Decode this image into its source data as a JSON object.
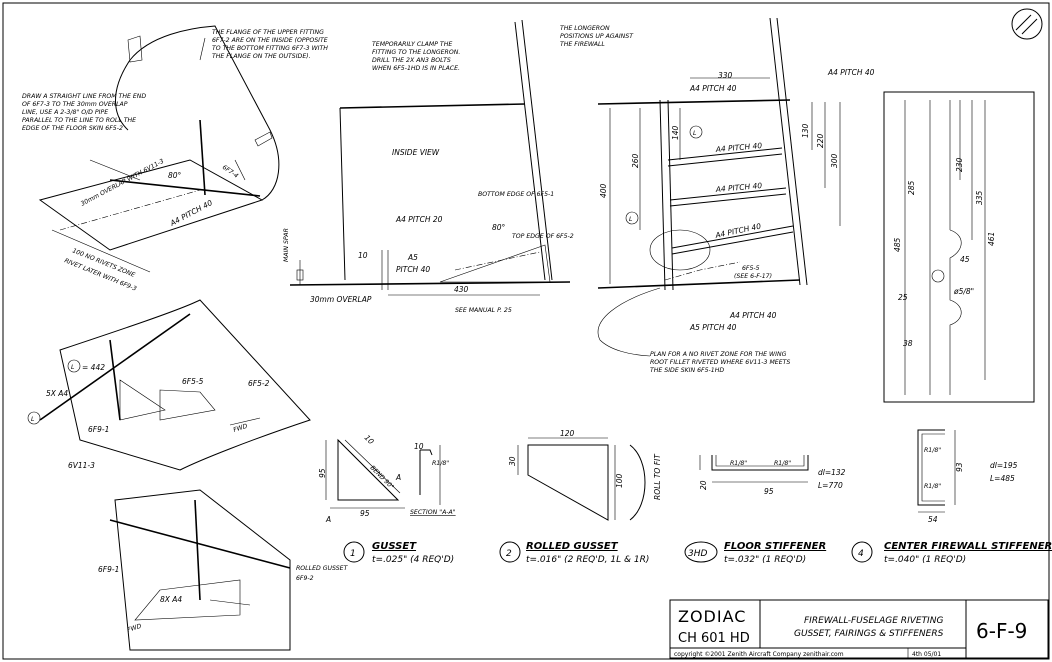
{
  "title_block": {
    "brand": "ZODIAC",
    "model": "CH 601 HD",
    "desc1": "FIREWALL-FUSELAGE RIVETING",
    "desc2": "GUSSET, FAIRINGS & STIFFENERS",
    "sheet": "6-F-9",
    "copyright": "copyright ©2001 Zenith Aircraft Company  zenithair.com",
    "rev": "4th 05/01"
  },
  "notes": {
    "flange": "THE FLANGE OF THE UPPER FITTING 6F7-2 ARE ON THE INSIDE (OPPOSITE TO THE BOTTOM FITTING 6F7-3 WITH THE FLANGE ON THE OUTSIDE).",
    "straight_line": "DRAW A STRAIGHT LINE FROM THE END OF 6F7-3 TO THE 30mm OVERLAP LINE, USE A 2-3/8\" O/D PIPE PARALLEL TO THE LINE TO ROLL THE EDGE OF THE FLOOR SKIN 6F5-2",
    "clamp": "TEMPORARILY CLAMP THE FITTING TO THE LONGERON. DRILL THE 2X AN3 BOLTS WHEN 6F5-1HD IS IN PLACE.",
    "longeron": "THE LONGERON POSITIONS UP AGAINST THE FIREWALL",
    "plan": "PLAN FOR A NO RIVET ZONE FOR THE WING ROOT FILLET RIVETED WHERE 6V11-3 MEETS THE SIDE SKIN 6F5-1HD",
    "inside_view": "INSIDE VIEW",
    "see_manual": "SEE MANUAL P. 25",
    "overlap": "30mm OVERLAP",
    "overlap_small": "30mm OVERLAP WITH 6V11-3",
    "rivet_zone": "100 NO RIVETS ZONE",
    "rivet_later": "RIVET LATER WITH 6F9-3",
    "main_spar": "MAIN SPAR",
    "bottom_edge": "BOTTOM EDGE OF 6F5-1",
    "top_edge": "TOP EDGE OF 6F5-2"
  },
  "labels": {
    "a4_pitch_40": "A4 PITCH 40",
    "a4_pitch_20": "A4 PITCH 20",
    "a5": "A5",
    "pitch_40": "PITCH 40",
    "a5_pitch_40": "A5 PITCH 40",
    "deg80": "80°",
    "part_6f7_4": "6F7-4",
    "part_6f5_5": "6F5-5",
    "see_6f17": "(SEE 6-F-17)",
    "part_6f5_2": "6F5-2",
    "part_6f9_1": "6F9-1",
    "part_6v11_3": "6V11-3",
    "part_6f9_2": "6F9-2",
    "rolled_gusset": "ROLLED GUSSET",
    "x5_a4": "5X A4",
    "x8_a4": "8X A4",
    "eq442": "= 442",
    "circle_l": "L",
    "fwd": "FWD",
    "bend_90": "BEND 90°",
    "section_aa": "SECTION \"A-A\"",
    "roll_to_fit": "ROLL TO FIT",
    "r18": "R1/8\"",
    "phi58": "ø5/8\"",
    "dl132": "dl=132",
    "l770": "L=770",
    "dl195": "dl=195",
    "l485": "L=485",
    "section_a": "A"
  },
  "dims": {
    "d330": "330",
    "d140": "140",
    "d130": "130",
    "d220": "220",
    "d300": "300",
    "d260": "260",
    "d400": "400",
    "d10": "10",
    "d430": "430",
    "d230": "230",
    "d285": "285",
    "d335": "335",
    "d461": "461",
    "d485": "485",
    "d45": "45",
    "d25": "25",
    "d38": "38",
    "d95": "95",
    "d120": "120",
    "d30": "30",
    "d100": "100",
    "d20": "20",
    "d93": "93",
    "d54": "54"
  },
  "parts": [
    {
      "num": "1",
      "name": "GUSSET",
      "spec": "t=.025\" (4 REQ'D)"
    },
    {
      "num": "2",
      "name": "ROLLED GUSSET",
      "spec": "t=.016\" (2 REQ'D, 1L & 1R)"
    },
    {
      "num": "3HD",
      "name": "FLOOR STIFFENER",
      "spec": "t=.032\" (1 REQ'D)"
    },
    {
      "num": "4",
      "name": "CENTER FIREWALL STIFFENER",
      "spec": "t=.040\" (1 REQ'D)"
    }
  ]
}
